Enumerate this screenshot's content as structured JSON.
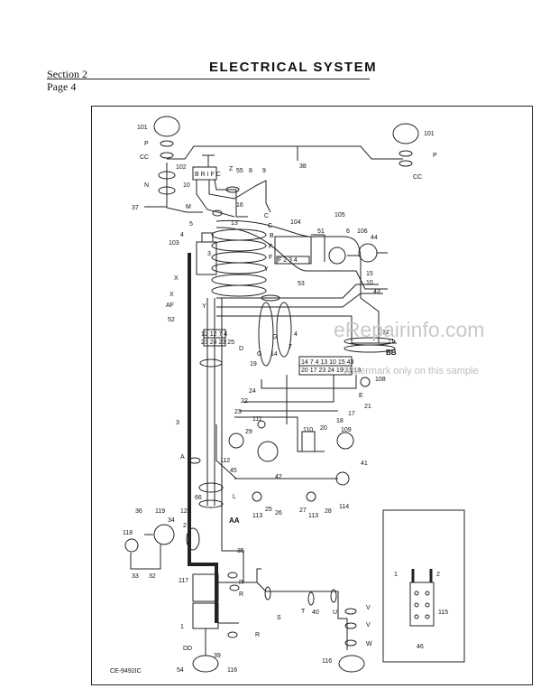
{
  "header": {
    "section": "Section 2",
    "page": "Page 4",
    "title": "ELECTRICAL SYSTEM"
  },
  "watermark": {
    "site": "eRepairinfo.com",
    "note": "Watermark only on this sample"
  },
  "figure_code": "CE-9492IC",
  "labels": {
    "l101a": "101",
    "l101b": "101",
    "P1": "P",
    "P2": "P",
    "CC1": "CC",
    "CC2": "CC",
    "l38": "38",
    "l102": "102",
    "N": "N",
    "l37": "37",
    "M": "M",
    "l10a": "10",
    "Z": "Z",
    "l55": "55",
    "l8": "8",
    "l9": "9",
    "l16": "16",
    "l13": "13",
    "C1": "C",
    "C2": "C",
    "B": "B",
    "F1": "F",
    "F2": "F",
    "Y1": "Y",
    "l104": "104",
    "l105": "105",
    "l106": "106",
    "l44": "44",
    "l51": "51",
    "l6": "6",
    "l4a": "4",
    "l5": "5",
    "l103": "103",
    "l3a": "3",
    "X1": "X",
    "X2": "X",
    "AF": "AF",
    "Y2": "Y",
    "l52": "52",
    "l53": "53",
    "l15": "15",
    "l10b": "10",
    "l43": "43",
    "l12": "12",
    "l11": "11",
    "BB": "BB",
    "D": "D",
    "G1": "G",
    "G2": "G",
    "l14": "14",
    "l7": "7",
    "l4b": "4",
    "l19": "19",
    "E": "E",
    "l108": "108",
    "l21": "21",
    "l24": "24",
    "l22": "22",
    "l23": "23",
    "l111": "111",
    "l17": "17",
    "l18": "18",
    "l110": "110",
    "l20": "20",
    "l109": "109",
    "l3b": "3",
    "l29": "29",
    "l112": "112",
    "l45": "45",
    "l42": "42",
    "l41": "41",
    "A": "A",
    "l25": "25",
    "l26": "26",
    "l27": "27",
    "l28": "28",
    "l113a": "113",
    "l113b": "113",
    "l114": "114",
    "L": "L",
    "AA": "AA",
    "l66": "66",
    "l36": "36",
    "l119": "119",
    "l120": "120",
    "l34": "34",
    "l2a": "2",
    "l118": "118",
    "l33": "33",
    "l32": "32",
    "l35": "35",
    "l117": "117",
    "R1": "R",
    "R2": "R",
    "R3": "R",
    "S": "S",
    "T": "T",
    "l40": "40",
    "U": "U",
    "V1": "V",
    "V2": "V",
    "W": "W",
    "l1a": "1",
    "l1b": "1",
    "l2b": "2",
    "l115": "115",
    "l46": "46",
    "DD": "DD",
    "l39": "39",
    "l54": "54",
    "l116a": "116",
    "l116b": "116"
  },
  "blocks": {
    "b_fuse": "F 2 3 4",
    "b_top": "12 12 7 4",
    "b_top2": "23 24 23 25",
    "b_right": "14 7 4 13 10 15 43",
    "b_right2": "20 17 23 24 19 21 18",
    "b_switch": "B R I F C"
  }
}
